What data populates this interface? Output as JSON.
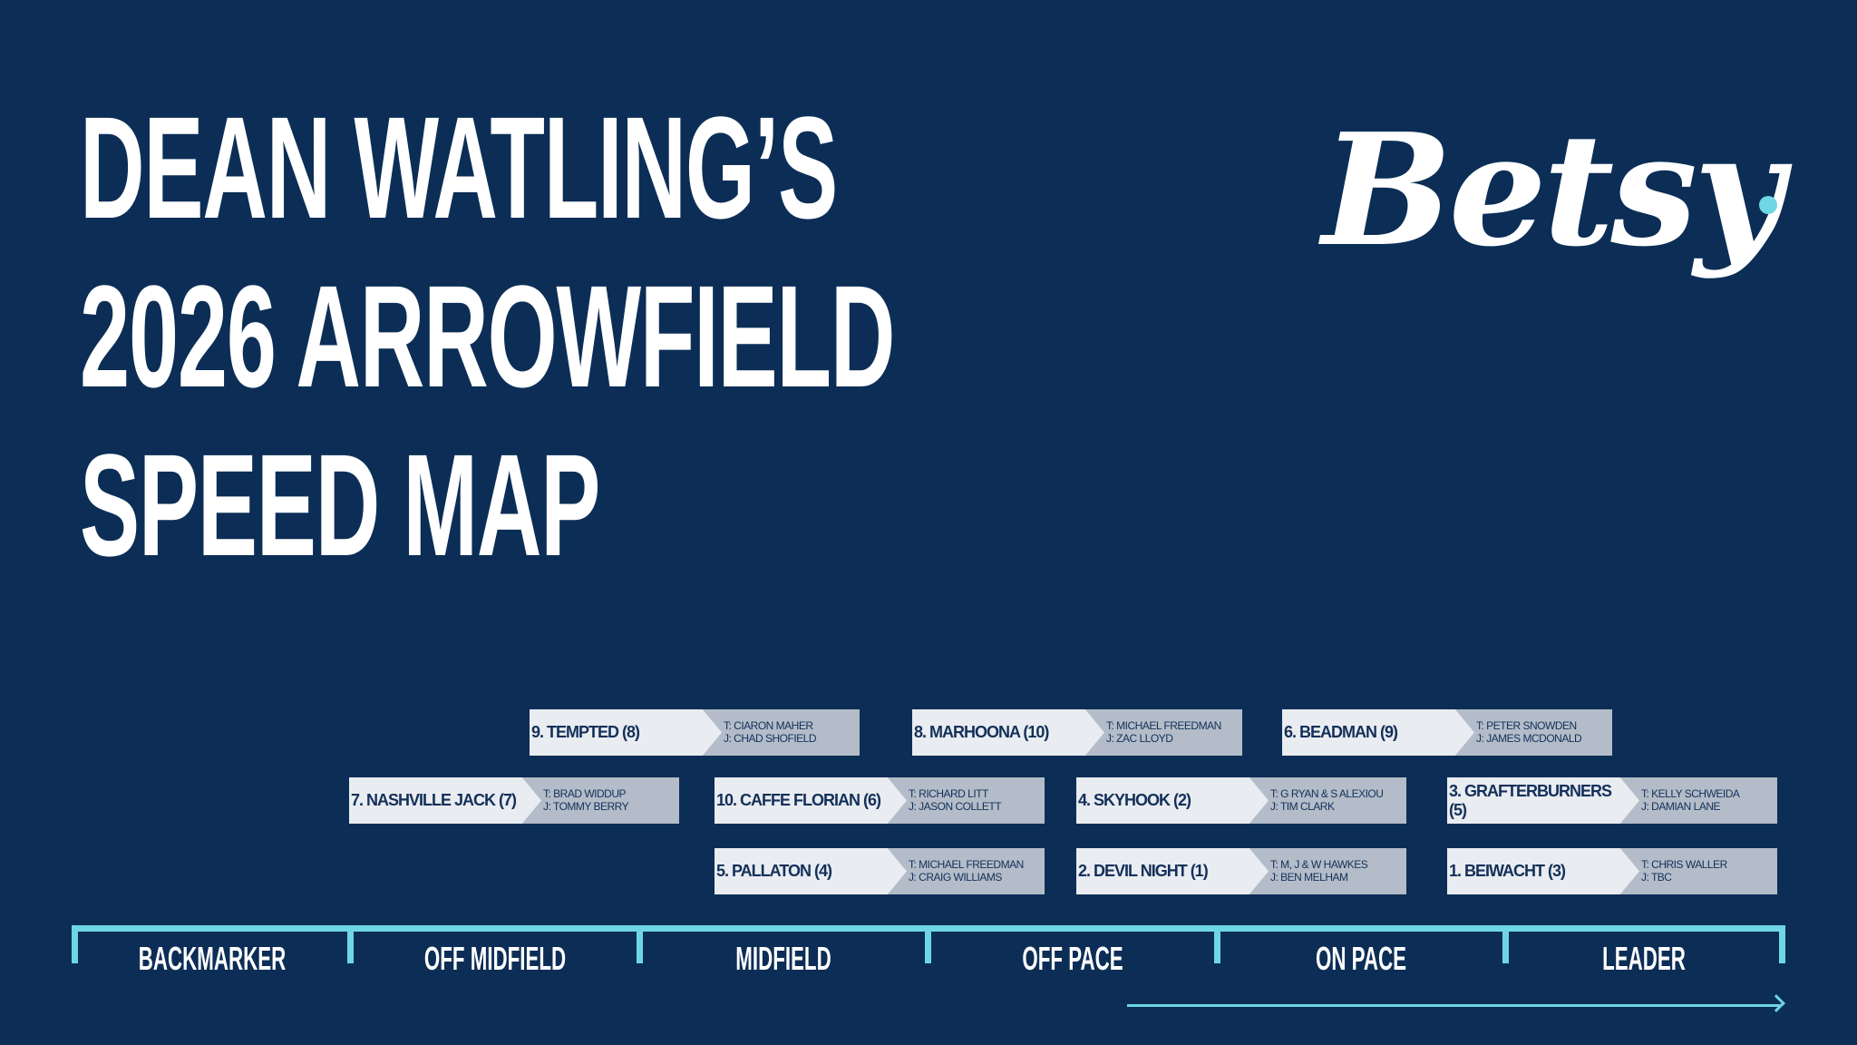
{
  "title": {
    "line1": "DEAN WATLING’S",
    "line2": "2026 ARROWFIELD",
    "line3": "SPEED MAP"
  },
  "logo": {
    "text": "Betsy"
  },
  "colors": {
    "background": "#0c2e56",
    "accent": "#6fd6e3",
    "card_light": "#e9ecf0",
    "card_dark": "#b3bcc8",
    "card_text": "#13305a"
  },
  "runners": [
    {
      "name": "9. TEMPTED (8)",
      "trainer": "T: CIARON MAHER",
      "jockey": "J: CHAD SHOFIELD"
    },
    {
      "name": "8. MARHOONA (10)",
      "trainer": "T: MICHAEL FREEDMAN",
      "jockey": "J: ZAC LLOYD"
    },
    {
      "name": "6. BEADMAN (9)",
      "trainer": "T: PETER SNOWDEN",
      "jockey": "J: JAMES MCDONALD"
    },
    {
      "name": "7. NASHVILLE JACK (7)",
      "trainer": "T: BRAD WIDDUP",
      "jockey": "J: TOMMY BERRY"
    },
    {
      "name": "10. CAFFE FLORIAN (6)",
      "trainer": "T: RICHARD LITT",
      "jockey": "J: JASON COLLETT"
    },
    {
      "name": "4. SKYHOOK (2)",
      "trainer": "T: G RYAN & S ALEXIOU",
      "jockey": "J: TIM CLARK"
    },
    {
      "name": "3. GRAFTERBURNERS (5)",
      "trainer": "T: KELLY SCHWEIDA",
      "jockey": "J: DAMIAN LANE"
    },
    {
      "name": "5. PALLATON (4)",
      "trainer": "T: MICHAEL FREEDMAN",
      "jockey": "J: CRAIG WILLIAMS"
    },
    {
      "name": "2. DEVIL NIGHT (1)",
      "trainer": "T: M, J & W HAWKES",
      "jockey": "J: BEN MELHAM"
    },
    {
      "name": "1. BEIWACHT (3)",
      "trainer": "T: CHRIS WALLER",
      "jockey": "J: TBC"
    }
  ],
  "zones": [
    "BACKMARKER",
    "OFF MIDFIELD",
    "MIDFIELD",
    "OFF PACE",
    "ON PACE",
    "LEADER"
  ]
}
